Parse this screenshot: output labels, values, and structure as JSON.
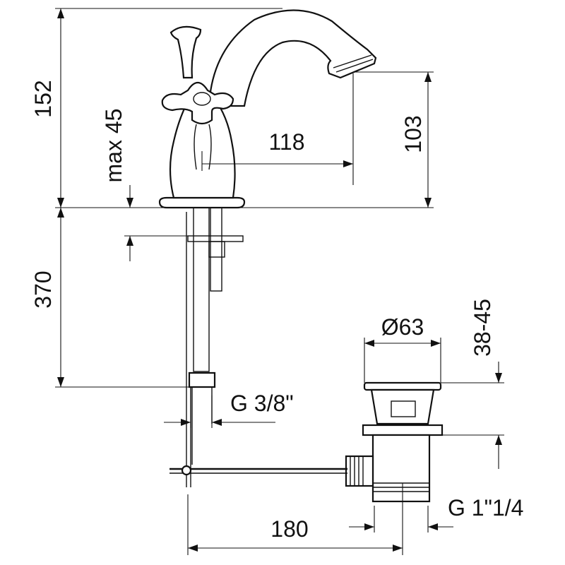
{
  "dimensions": {
    "height_total": "152",
    "height_spout": "103",
    "max_thickness": "max 45",
    "spout_reach": "118",
    "hose_length": "370",
    "waste_diameter": "Ø63",
    "waste_range": "38-45",
    "hose_thread": "G 3/8\"",
    "waste_thread": "G 1\"1/4",
    "rod_length": "180"
  },
  "colors": {
    "line": "#111111",
    "background": "#ffffff"
  }
}
